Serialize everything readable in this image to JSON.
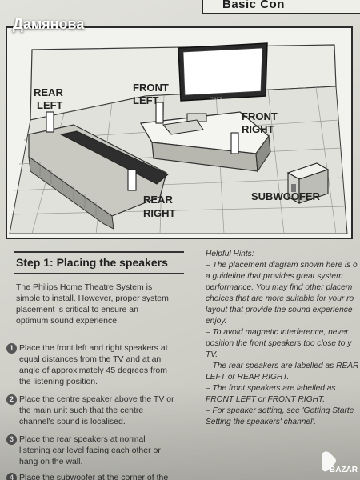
{
  "header": {
    "section_title": "Basic Con"
  },
  "watermark": "Дамянова",
  "diagram": {
    "labels": {
      "rear_left": [
        "REAR",
        "LEFT"
      ],
      "front_left": [
        "FRONT",
        "LEFT"
      ],
      "front_right": [
        "FRONT",
        "RIGHT"
      ],
      "rear_right": [
        "REAR",
        "RIGHT"
      ],
      "subwoofer": "SUBWOOFER"
    },
    "tv_brand": "PHILIPS"
  },
  "step": {
    "title": "Step 1:  Placing the speakers",
    "intro_lines": [
      "The Philips Home Theatre System is",
      "simple to install. However, proper system",
      "placement is critical to ensure an",
      "optimum sound experience."
    ],
    "items": [
      {
        "number": "1",
        "lines": [
          "Place the front left and right speakers at",
          "equal distances from the TV and at an",
          "angle of approximately 45 degrees from",
          "the listening position."
        ]
      },
      {
        "number": "2",
        "lines": [
          "Place the centre speaker above the TV or",
          "the main unit such that the centre",
          "channel's sound is localised."
        ]
      },
      {
        "number": "3",
        "lines": [
          "Place the rear speakers at normal",
          "listening ear level facing each other or",
          "hang on the wall."
        ]
      },
      {
        "number": "4",
        "lines": [
          "Place the subwoofer at the corner of the"
        ]
      }
    ]
  },
  "hints": {
    "title": "Helpful Hints:",
    "lines": [
      "– The placement diagram shown here is o",
      "a guideline that provides great system",
      "performance. You may find other placem",
      "choices that are more suitable for your ro",
      "layout that provide the sound experience",
      "enjoy.",
      "– To avoid magnetic interference, never",
      "position the front speakers too close to y",
      "TV.",
      "– The rear speakers are labelled as REAR",
      "LEFT or REAR RIGHT.",
      "– The front speakers are labelled as",
      "FRONT LEFT or FRONT RIGHT.",
      "–  For speaker setting, see 'Getting Starte",
      "Setting the speakers' channel'."
    ]
  },
  "logo_text": "BAZAR"
}
